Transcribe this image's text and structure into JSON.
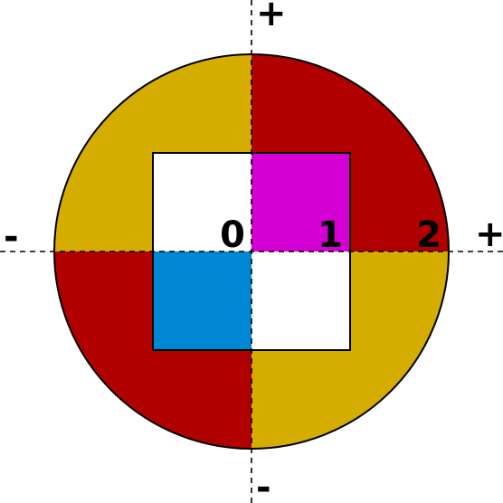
{
  "diagram": {
    "colors": {
      "red": "#b10000",
      "gold": "#d4ad00",
      "magenta": "#d400d4",
      "blue": "#0087d4",
      "white": "#ffffff",
      "stroke": "#000000"
    },
    "circle_quadrants": {
      "top_right": "red",
      "bottom_right": "gold",
      "bottom_left": "red",
      "top_left": "gold"
    },
    "square_quadrants": {
      "top_right": "magenta",
      "bottom_right": "white",
      "bottom_left": "blue",
      "top_left": "white"
    },
    "axis_signs": {
      "x_positive": "+",
      "x_negative": "-",
      "y_positive": "+",
      "y_negative": "-"
    },
    "tick_labels": [
      "0",
      "1",
      "2"
    ]
  }
}
